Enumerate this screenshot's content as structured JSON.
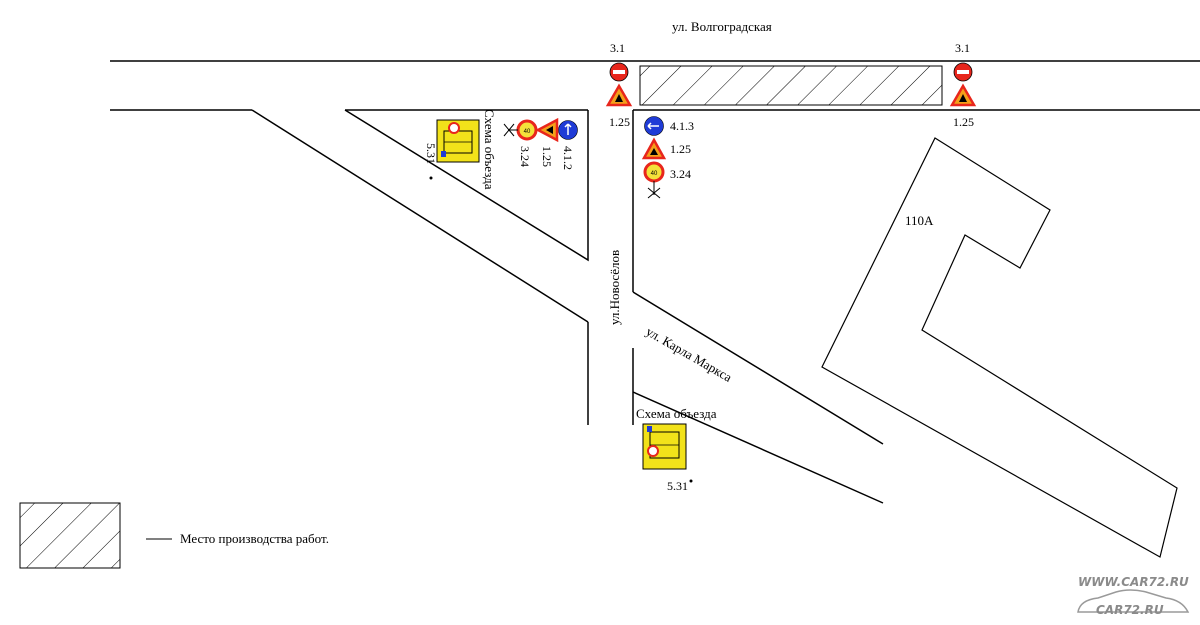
{
  "streets": {
    "volgogradskaya": "ул. Волгоградская",
    "novoselov": "ул.Новосёлов",
    "karla_marksa": "ул. Карла Маркса"
  },
  "building": {
    "number": "110А"
  },
  "detour": {
    "label_left": "Схема  объезда",
    "label_bottom": "Схема  объезда"
  },
  "signs": {
    "s31_left": "3.1",
    "s31_right": "3.1",
    "s125_top_left": "1.25",
    "s125_top_right": "1.25",
    "s413": "4.1.3",
    "s125_mid": "1.25",
    "s324_mid": "3.24",
    "s412_left": "4.1.2",
    "s125_left": "1.25",
    "s324_left": "3.24",
    "s531_left": "5.31",
    "s531_bottom": "5.31",
    "speed_value": "40"
  },
  "legend": {
    "work_zone": "Место производства работ."
  },
  "watermark": {
    "url": "WWW.CAR72.RU",
    "logo": "CAR72.RU"
  },
  "colors": {
    "road_line": "#000000",
    "prohibit_red": "#e8261c",
    "warning_fill": "#f4a01a",
    "mandatory_blue": "#1f3bd6",
    "detour_yellow": "#f2e21a"
  }
}
